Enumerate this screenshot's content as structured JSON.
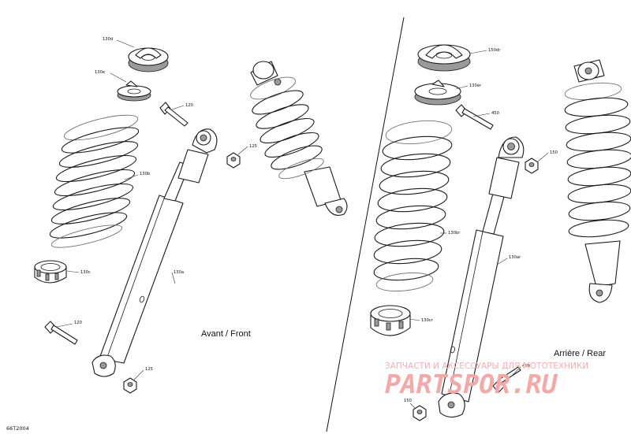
{
  "diagram": {
    "caption_front": "Avant / Front",
    "caption_rear": "Arrière / Rear",
    "drawing_code": "66T2004",
    "callouts": {
      "front_nut_top": "125",
      "front_nut_bottom": "125",
      "front_bolt_top": "120",
      "front_bolt_bottom": "120",
      "front_spring": "130b",
      "front_adjuster": "130c",
      "front_retainer": "130d",
      "front_washer": "130e",
      "front_shock": "130a",
      "rear_nut_top": "150",
      "rear_nut_bottom": "150",
      "rear_bolt_top": "450",
      "rear_bolt_bottom": "450",
      "rear_spring": "130br",
      "rear_adjuster": "130cr",
      "rear_retainer": "150dr",
      "rear_washer": "130er",
      "rear_shock": "130ar"
    }
  },
  "watermark": {
    "line1": "ЗАПЧАСТИ И АКСЕССУАРЫ ДЛЯ МОТОТЕХНИКИ",
    "logo_text": "PARTSPOR.RU"
  },
  "colors": {
    "line": "#1a1a1a",
    "watermark": "#f4a8a8"
  }
}
